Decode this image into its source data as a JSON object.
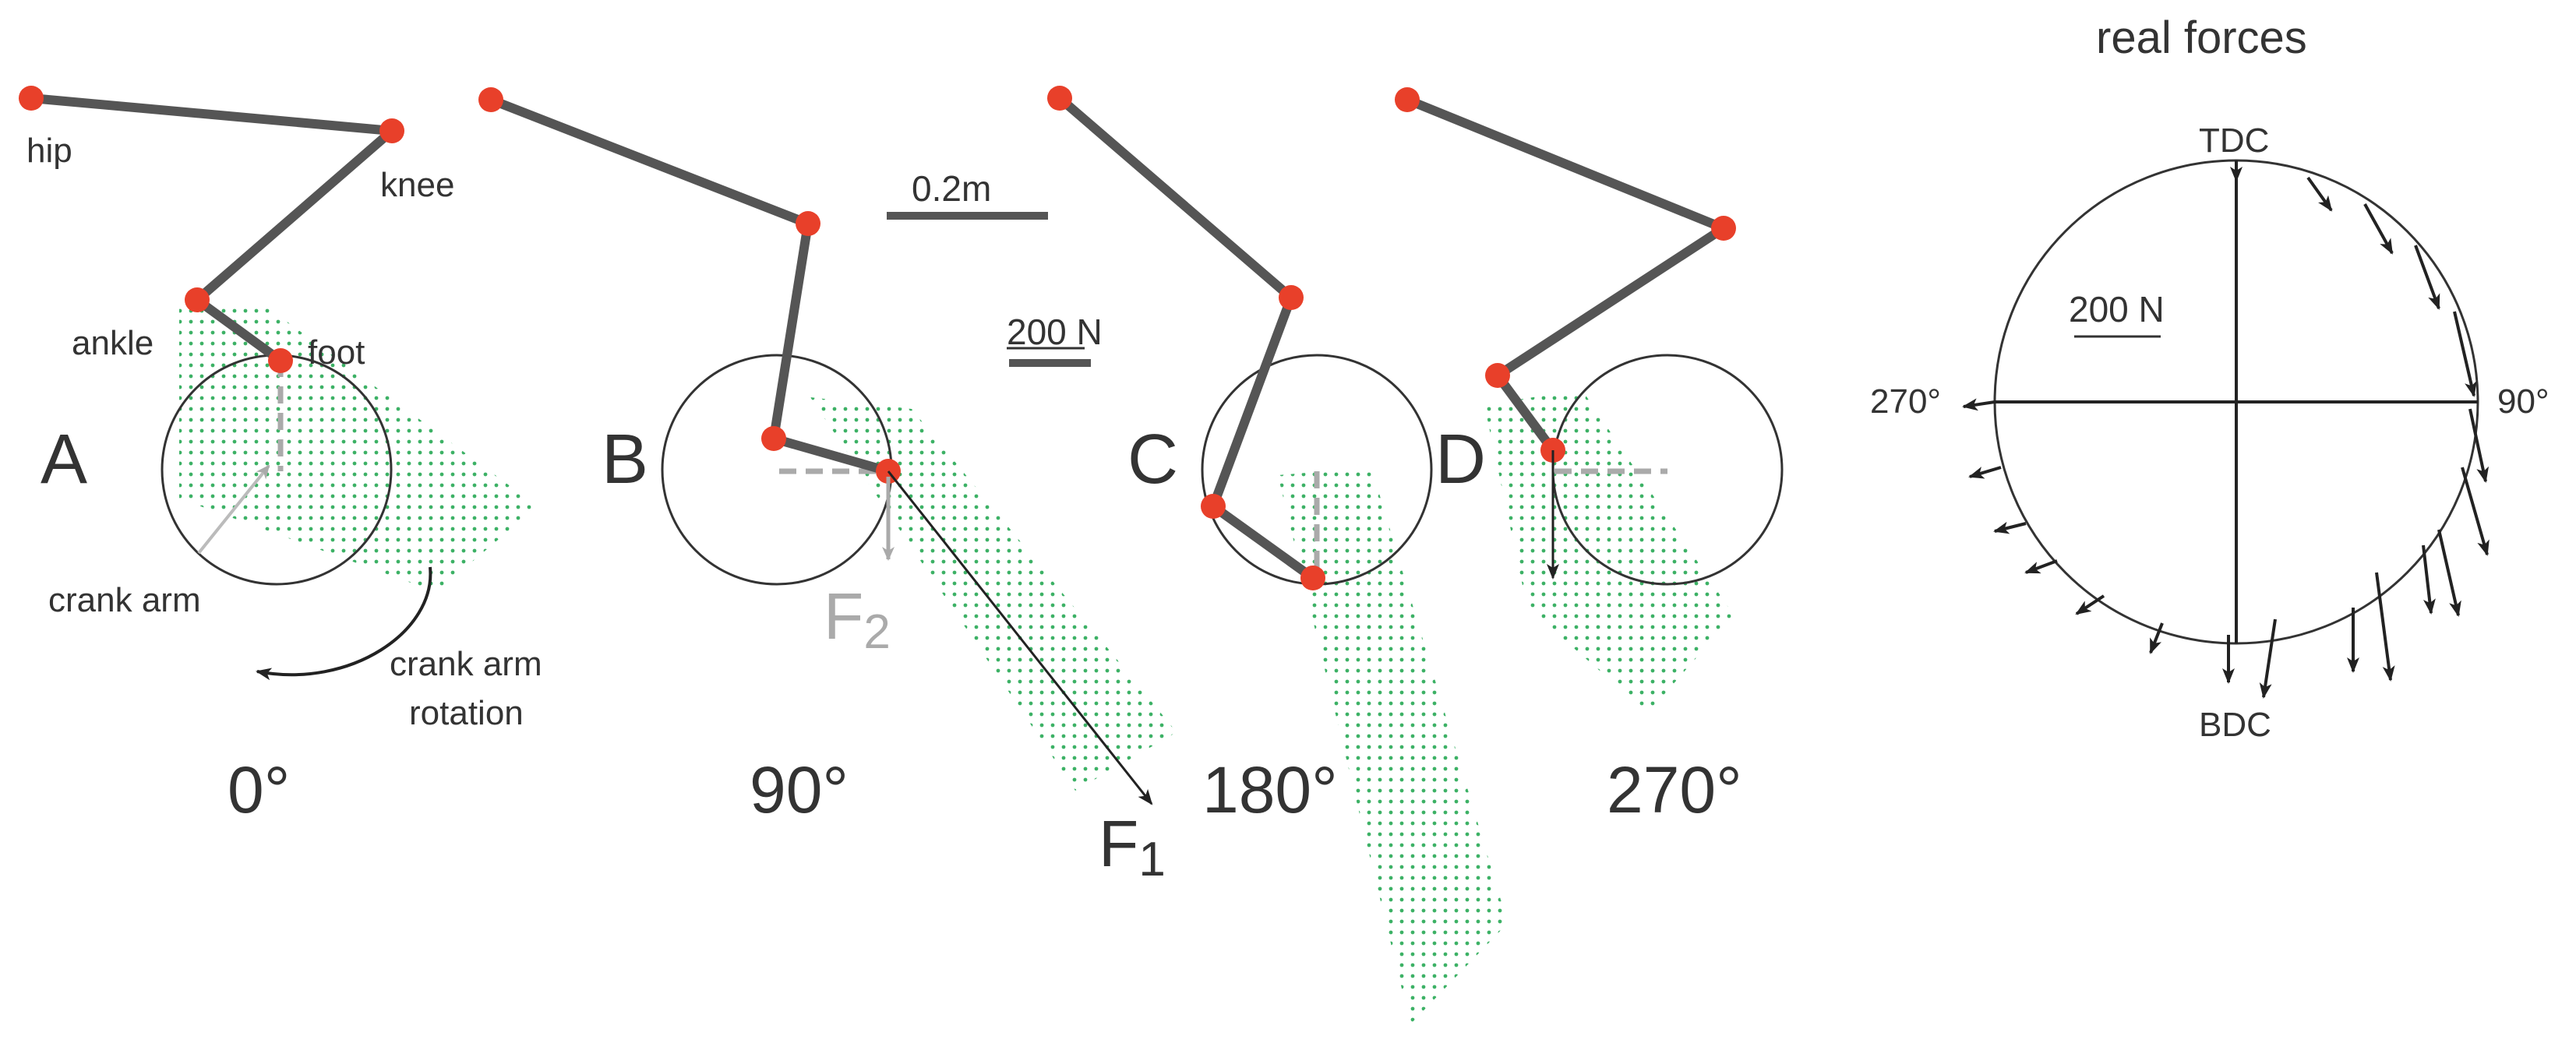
{
  "panels": [
    {
      "letter": "A",
      "angle": "0°"
    },
    {
      "letter": "B",
      "angle": "90°"
    },
    {
      "letter": "C",
      "angle": "180°"
    },
    {
      "letter": "D",
      "angle": "270°"
    }
  ],
  "joints": {
    "hip": "hip",
    "knee": "knee",
    "ankle": "ankle",
    "foot": "foot"
  },
  "annotations": {
    "crank_arm": "crank arm",
    "crank_arm_rotation_line1": "crank arm",
    "crank_arm_rotation_line2": "rotation"
  },
  "forces": {
    "f2_main": "F",
    "f2_sub": "2",
    "f1_main": "F",
    "f1_sub": "1"
  },
  "scales": {
    "length": "0.2m",
    "force": "200 N"
  },
  "real_forces": {
    "title": "real forces",
    "tdc": "TDC",
    "bdc": "BDC",
    "left_angle": "270°",
    "right_angle": "90°",
    "scale": "200 N"
  },
  "colors": {
    "segment": "#555555",
    "joint": "#e8402a",
    "dots": "#1aa34a",
    "dashed": "#aaaaaa",
    "arrow": "#222222"
  }
}
